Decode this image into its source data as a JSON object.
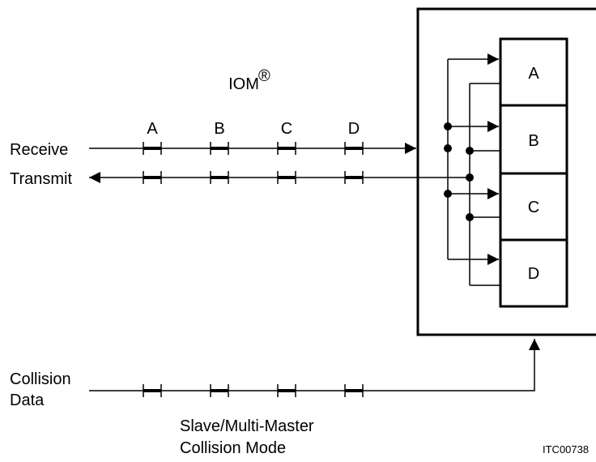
{
  "bus": {
    "name": "IOM",
    "superscript": "®",
    "channels": [
      "A",
      "B",
      "C",
      "D"
    ]
  },
  "signals": {
    "receive": "Receive",
    "transmit": "Transmit",
    "collision_line1": "Collision",
    "collision_line2": "Data"
  },
  "device": {
    "slots": [
      "A",
      "B",
      "C",
      "D"
    ]
  },
  "caption": {
    "line1": "Slave/Multi-Master",
    "line2": "Collision Mode"
  },
  "figure_id": "ITC00738"
}
